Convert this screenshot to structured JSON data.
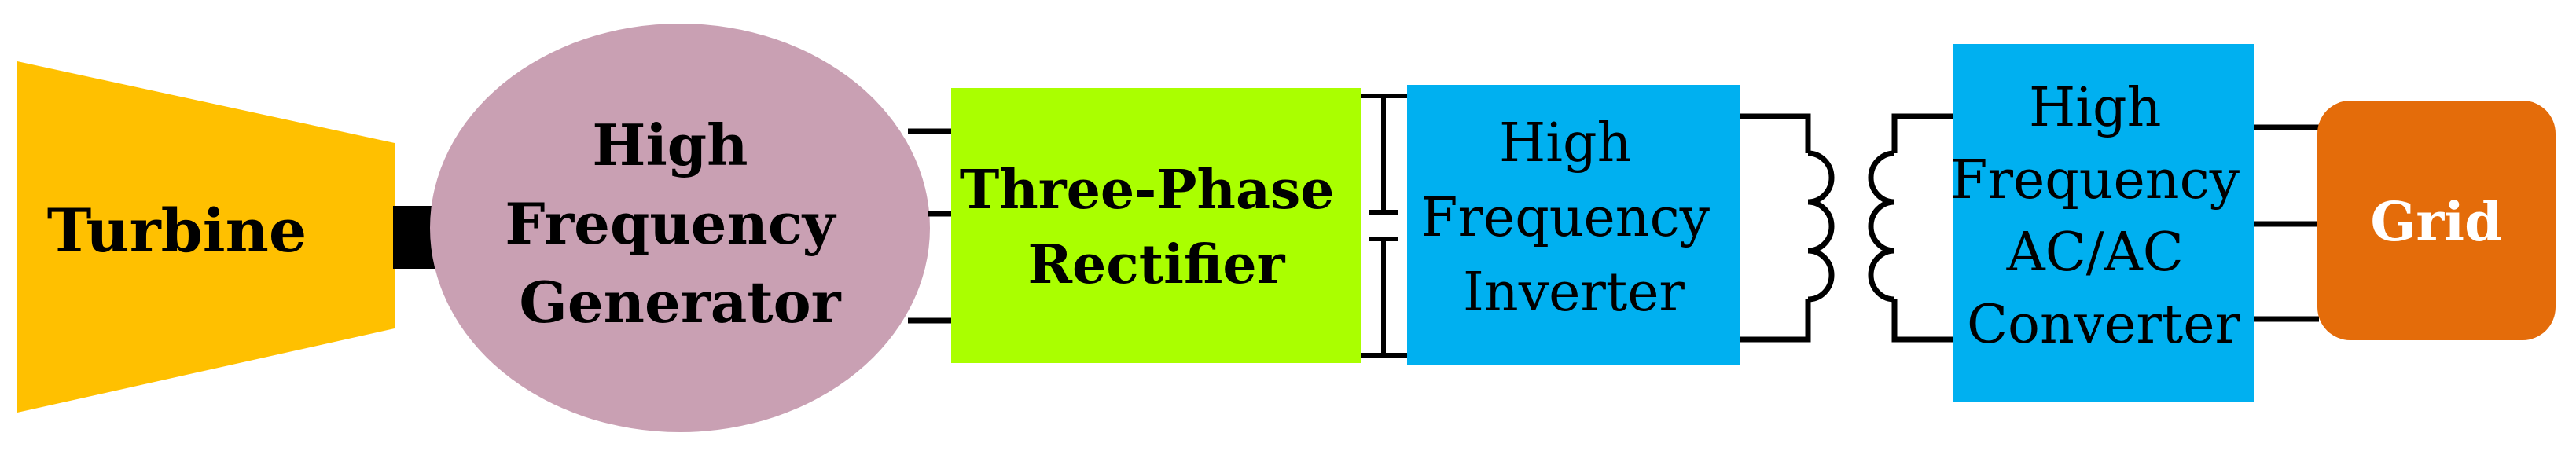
{
  "blocks": {
    "turbine": {
      "label": "Turbine",
      "color": "#FFC000"
    },
    "generator": {
      "lines": [
        "High",
        "Frequency",
        "Generator"
      ],
      "color": "#C9A0B3"
    },
    "rectifier": {
      "lines": [
        "Three-Phase",
        "Rectifier"
      ],
      "color": "#AAFF00"
    },
    "inverter": {
      "lines": [
        "High",
        "Frequency",
        "Inverter"
      ],
      "color": "#00B0F0"
    },
    "converter": {
      "lines": [
        "High",
        "Frequency",
        "AC/AC",
        "Converter"
      ],
      "color": "#00B0F0"
    },
    "grid": {
      "label": "Grid",
      "color": "#E46C0A"
    }
  },
  "colors": {
    "wire": "#000000",
    "shaft": "#000000"
  }
}
